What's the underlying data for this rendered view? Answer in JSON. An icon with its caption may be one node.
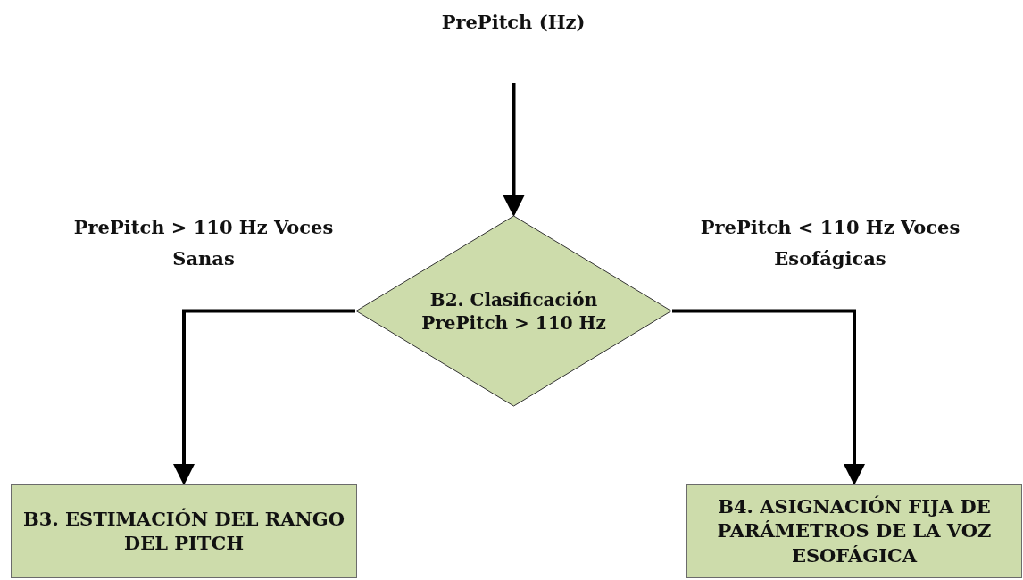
{
  "diagram": {
    "nodes": [
      {
        "text": [
          "B2. Clasificación PrePitch > 110 Hz"
        ]
      },
      {
        "text": [
          "B3. ESTIMACIÓN DEL RANGO DEL PITCH"
        ]
      },
      {
        "text": [
          "B4. ASIGNACIÓN FIJA DE PARÁMETROS DE LA VOZ ESOFÁGICA"
        ]
      }
    ],
    "edges": [
      {
        "from": null,
        "to": 0,
        "arrow": "to"
      },
      {
        "from": 0,
        "to": 1,
        "arrow": "to"
      },
      {
        "from": 0,
        "to": 2,
        "arrow": "to"
      }
    ],
    "labels": [
      "PrePitch (Hz)",
      "PrePitch > 110 Hz Voces Sanas",
      "PrePitch < 110 Hz Voces Esofágicas"
    ]
  }
}
